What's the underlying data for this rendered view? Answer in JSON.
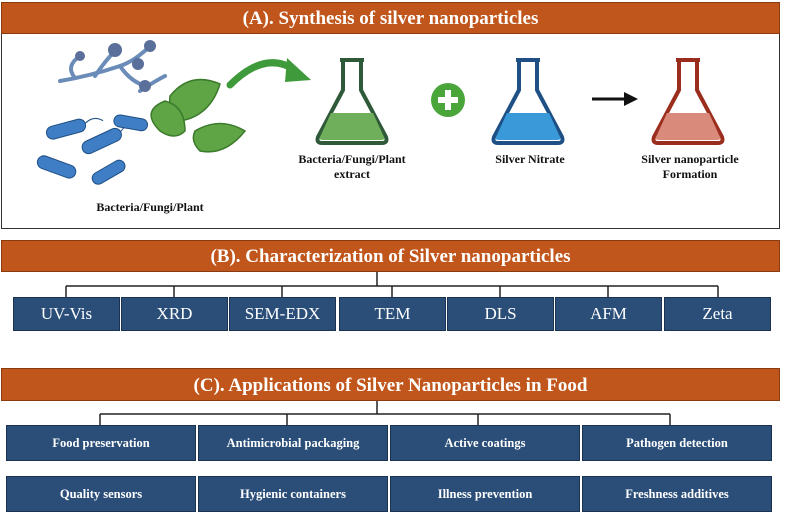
{
  "section_a": {
    "title": "(A). Synthesis of silver nanoparticles",
    "source_label": "Bacteria/Fungi/Plant",
    "extract_label_line1": "Bacteria/Fungi/Plant",
    "extract_label_line2": "extract",
    "nitrate_label": "Silver Nitrate",
    "formation_label_line1": "Silver nanoparticle",
    "formation_label_line2": "Formation"
  },
  "section_b": {
    "title": "(B). Characterization of Silver nanoparticles",
    "techniques": [
      "UV-Vis",
      "XRD",
      "SEM-EDX",
      "TEM",
      "DLS",
      "AFM",
      "Zeta"
    ]
  },
  "section_c": {
    "title": "(C). Applications of Silver Nanoparticles in Food",
    "applications_row1": [
      "Food preservation",
      "Antimicrobial packaging",
      "Active coatings",
      "Pathogen detection"
    ],
    "applications_row2": [
      "Quality sensors",
      "Hygienic containers",
      "Illness prevention",
      "Freshness additives"
    ]
  },
  "colors": {
    "banner": "#c0561b",
    "box": "#2a4e78",
    "extract_liquid": "#6fae5a",
    "nitrate_liquid": "#3a9ad9",
    "formation_liquid": "#d98a7a",
    "plus": "#4aa63a"
  },
  "icons": [
    "bacteria-icon",
    "fungi-icon",
    "leaf-icon",
    "curved-arrow-icon",
    "flask-icon",
    "plus-icon",
    "arrow-icon"
  ]
}
